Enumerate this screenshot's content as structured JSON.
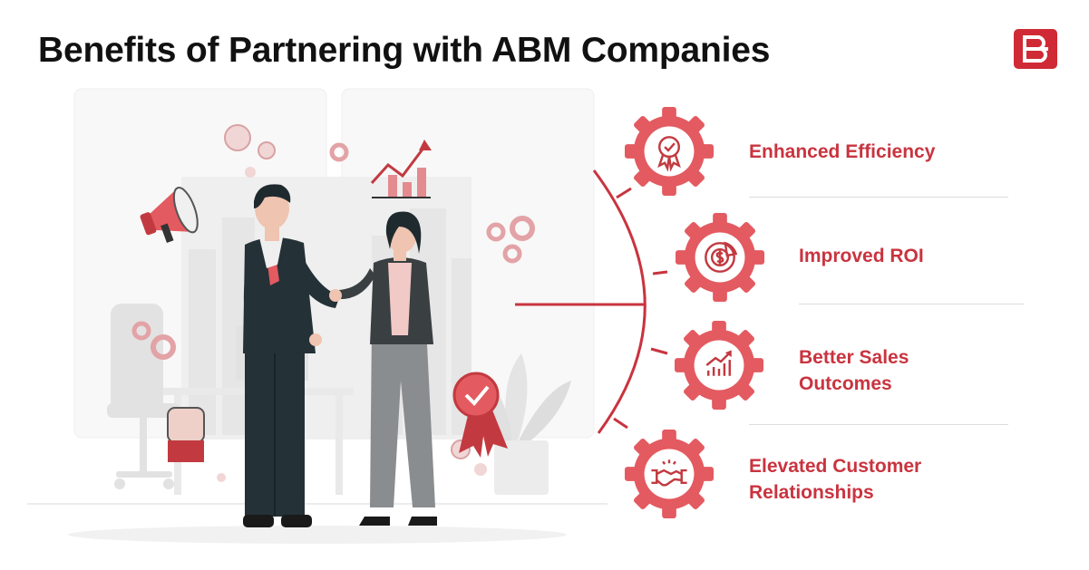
{
  "header": {
    "title": "Benefits of Partnering with ABM Companies"
  },
  "brand": {
    "logo_icon": "letter-b-logo-icon",
    "color": "#cf2a35"
  },
  "colors": {
    "accent": "#c9343f",
    "gear_fill": "#e35a60",
    "gear_dark": "#c23a40",
    "suit": "#243137"
  },
  "benefits": [
    {
      "label": "Enhanced Efficiency",
      "icon": "award-badge-icon"
    },
    {
      "label": "Improved ROI",
      "icon": "dollar-chart-icon"
    },
    {
      "label": "Better Sales\nOutcomes",
      "icon": "growth-chart-icon"
    },
    {
      "label": "Elevated Customer\nRelationships",
      "icon": "handshake-icon"
    }
  ],
  "illustration": {
    "subject": "business-handshake",
    "icons": [
      "megaphone-icon",
      "gear-icon",
      "coin-icon",
      "trend-chart-icon",
      "ribbon-badge-icon",
      "fist-icon",
      "plant-icon",
      "office-chair-icon"
    ]
  }
}
